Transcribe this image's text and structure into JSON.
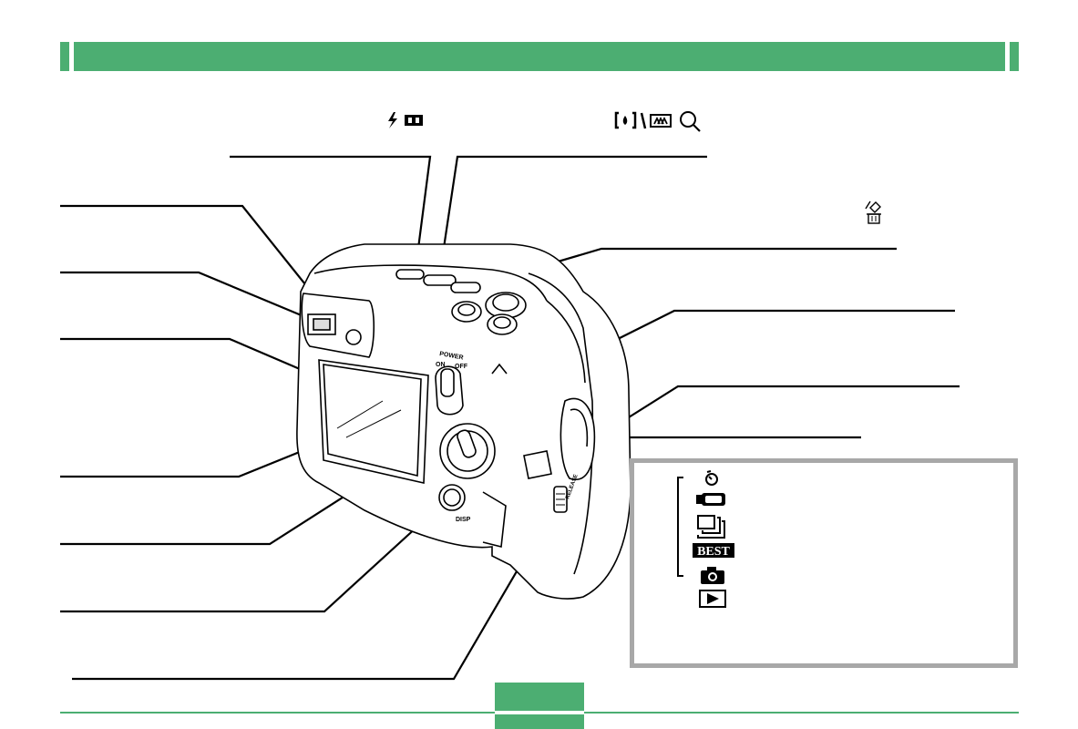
{
  "icons": {
    "flash_icon": "flash-icon",
    "macro_icon": "macro-focus-icon",
    "zoom_icon": "zoom-magnifier-icon",
    "delete_icon": "delete-trash-icon",
    "self_timer_icon": "self-timer-icon",
    "movie_icon": "movie-camera-icon",
    "continuous_icon": "continuous-shot-icon",
    "best_shot_icon": "best-shot-icon",
    "record_icon": "camera-record-icon",
    "play_icon": "playback-icon"
  },
  "camera_labels": {
    "power": "POWER",
    "on": "ON",
    "off": "OFF",
    "disp": "DISP",
    "release": "RELEASE"
  },
  "mode_box": {
    "best_text": "BEST"
  },
  "colors": {
    "accent_green": "#4cae72",
    "box_border": "#a8a8a8"
  }
}
